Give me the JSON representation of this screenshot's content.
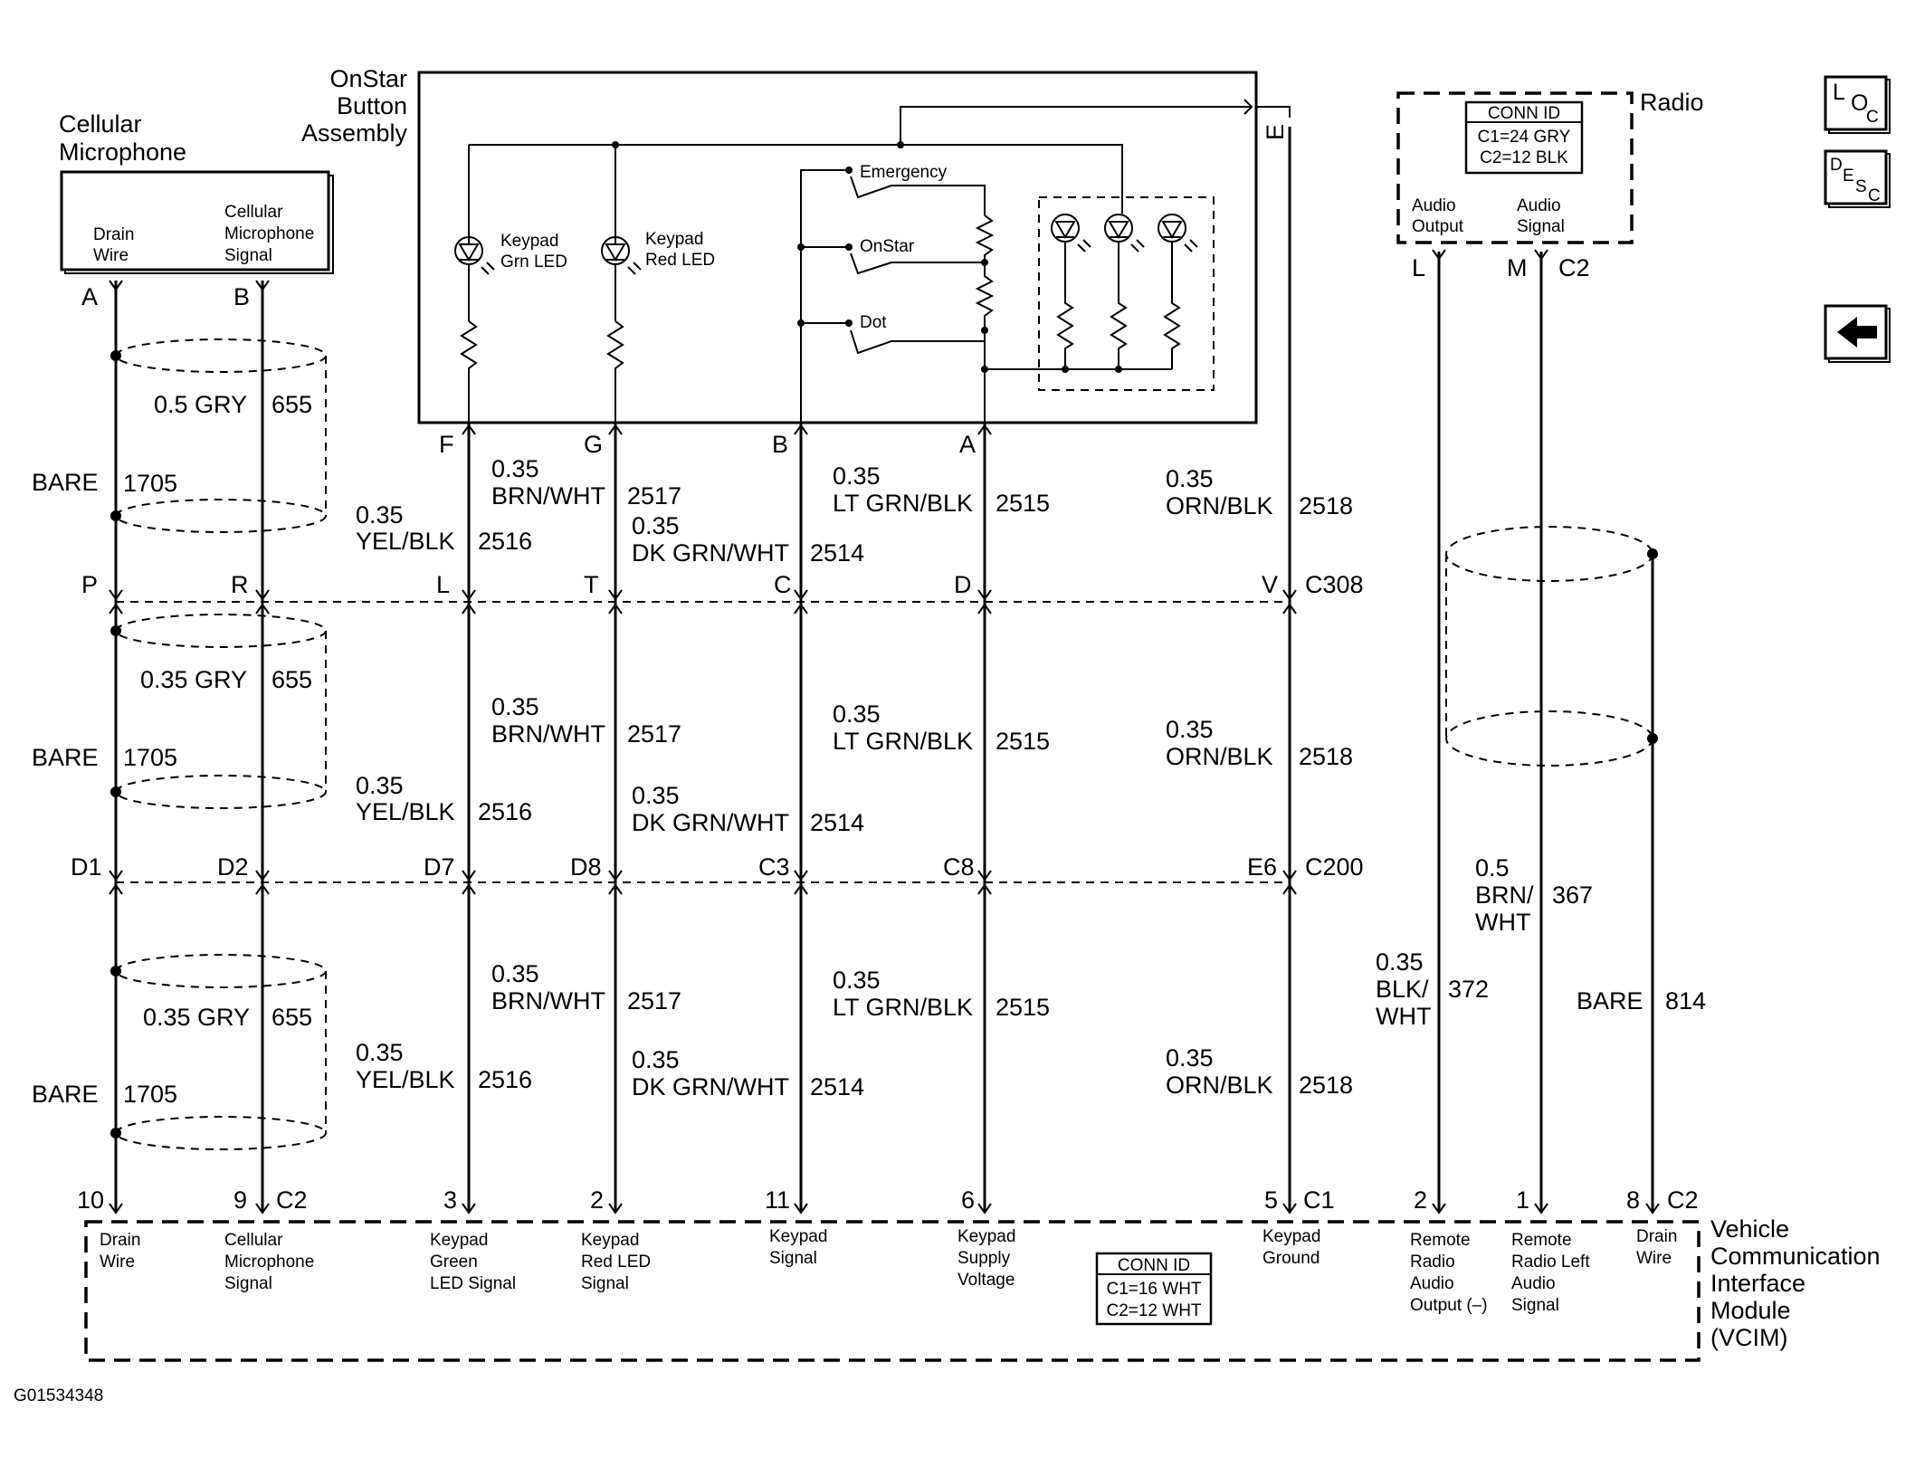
{
  "figure_id": "G01534348",
  "nav": {
    "loc_icon": {
      "main": "L",
      "sub1": "O",
      "sub2": "C"
    },
    "desc_icon": {
      "main": "D",
      "sub1": "E",
      "sub2": "S",
      "sub3": "C"
    },
    "back_icon": "left-arrow-icon"
  },
  "components": {
    "cellular_microphone": {
      "title_line1": "Cellular",
      "title_line2": "Microphone",
      "pins": {
        "drain_l1": "Drain",
        "drain_l2": "Wire",
        "sig_l1": "Cellular",
        "sig_l2": "Microphone",
        "sig_l3": "Signal"
      }
    },
    "onstar_button": {
      "title_line1": "OnStar",
      "title_line2": "Button",
      "title_line3": "Assembly",
      "green_led_l1": "Keypad",
      "green_led_l2": "Grn LED",
      "red_led_l1": "Keypad",
      "red_led_l2": "Red LED",
      "switches": [
        "Emergency",
        "OnStar",
        "Dot"
      ]
    },
    "radio": {
      "title": "Radio",
      "conn_id_title": "CONN ID",
      "conn_c1": "C1=24 GRY",
      "conn_c2": "C2=12 BLK",
      "audio_output_l1": "Audio",
      "audio_output_l2": "Output",
      "audio_signal_l1": "Audio",
      "audio_signal_l2": "Signal"
    },
    "vcim": {
      "title_l1": "Vehicle",
      "title_l2": "Communication",
      "title_l3": "Interface",
      "title_l4": "Module",
      "title_l5": "(VCIM)",
      "conn_id_title": "CONN ID",
      "conn_c1": "C1=16 WHT",
      "conn_c2": "C2=12 WHT",
      "pins": {
        "drain_l1": "Drain",
        "drain_l2": "Wire",
        "cell_l1": "Cellular",
        "cell_l2": "Microphone",
        "cell_l3": "Signal",
        "kgreen_l1": "Keypad",
        "kgreen_l2": "Green",
        "kgreen_l3": "LED Signal",
        "kred_l1": "Keypad",
        "kred_l2": "Red LED",
        "kred_l3": "Signal",
        "ksig_l1": "Keypad",
        "ksig_l2": "Signal",
        "ksup_l1": "Keypad",
        "ksup_l2": "Supply",
        "ksup_l3": "Voltage",
        "kgnd_l1": "Keypad",
        "kgnd_l2": "Ground",
        "rro_l1": "Remote",
        "rro_l2": "Radio",
        "rro_l3": "Audio",
        "rro_l4": "Output (–)",
        "rrl_l1": "Remote",
        "rrl_l2": "Radio Left",
        "rrl_l3": "Audio",
        "rrl_l4": "Signal",
        "drain2_l1": "Drain",
        "drain2_l2": "Wire"
      }
    }
  },
  "connectors": {
    "mic_pins": [
      "A",
      "B"
    ],
    "onstar_pins": [
      "F",
      "G",
      "B",
      "A",
      "E"
    ],
    "radio_pins": [
      "L",
      "M"
    ],
    "radio_conn": "C2",
    "c308": {
      "name": "C308",
      "pins": [
        "P",
        "R",
        "L",
        "T",
        "C",
        "D",
        "V"
      ]
    },
    "c200": {
      "name": "C200",
      "pins": [
        "D1",
        "D2",
        "D7",
        "D8",
        "C3",
        "C8",
        "E6"
      ]
    },
    "vcim_c2_left": {
      "name": "C2",
      "pins": [
        "10",
        "9"
      ]
    },
    "vcim_c1": {
      "name": "C1",
      "pins": [
        "3",
        "2",
        "11",
        "6",
        "5"
      ]
    },
    "vcim_c2_right": {
      "name": "C2",
      "pins": [
        "2",
        "1",
        "8"
      ]
    }
  },
  "wires": {
    "seg1": {
      "gry": {
        "size": "0.5",
        "color": "GRY",
        "circuit": "655"
      },
      "bare": {
        "color": "BARE",
        "circuit": "1705"
      },
      "yel": {
        "size": "0.35",
        "color": "YEL/BLK",
        "circuit": "2516"
      },
      "brn": {
        "size": "0.35",
        "color": "BRN/WHT",
        "circuit": "2517"
      },
      "dkgrn": {
        "size": "0.35",
        "color": "DK GRN/WHT",
        "circuit": "2514"
      },
      "ltgrn": {
        "size": "0.35",
        "color": "LT GRN/BLK",
        "circuit": "2515"
      },
      "orn": {
        "size": "0.35",
        "color": "ORN/BLK",
        "circuit": "2518"
      }
    },
    "seg2": {
      "gry": {
        "size": "0.35",
        "color": "GRY",
        "circuit": "655"
      },
      "bare": {
        "color": "BARE",
        "circuit": "1705"
      },
      "yel": {
        "size": "0.35",
        "color": "YEL/BLK",
        "circuit": "2516"
      },
      "brn": {
        "size": "0.35",
        "color": "BRN/WHT",
        "circuit": "2517"
      },
      "dkgrn": {
        "size": "0.35",
        "color": "DK GRN/WHT",
        "circuit": "2514"
      },
      "ltgrn": {
        "size": "0.35",
        "color": "LT GRN/BLK",
        "circuit": "2515"
      },
      "orn": {
        "size": "0.35",
        "color": "ORN/BLK",
        "circuit": "2518"
      }
    },
    "seg3": {
      "gry": {
        "size": "0.35",
        "color": "GRY",
        "circuit": "655"
      },
      "bare": {
        "color": "BARE",
        "circuit": "1705"
      },
      "yel": {
        "size": "0.35",
        "color": "YEL/BLK",
        "circuit": "2516"
      },
      "brn": {
        "size": "0.35",
        "color": "BRN/WHT",
        "circuit": "2517"
      },
      "dkgrn": {
        "size": "0.35",
        "color": "DK GRN/WHT",
        "circuit": "2514"
      },
      "ltgrn": {
        "size": "0.35",
        "color": "LT GRN/BLK",
        "circuit": "2515"
      },
      "orn": {
        "size": "0.35",
        "color": "ORN/BLK",
        "circuit": "2518"
      }
    },
    "radio": {
      "brn": {
        "size": "0.5",
        "color_l1": "BRN/",
        "color_l2": "WHT",
        "circuit": "367"
      },
      "blk": {
        "size": "0.35",
        "color_l1": "BLK/",
        "color_l2": "WHT",
        "circuit": "372"
      },
      "bare": {
        "color": "BARE",
        "circuit": "814"
      }
    }
  }
}
